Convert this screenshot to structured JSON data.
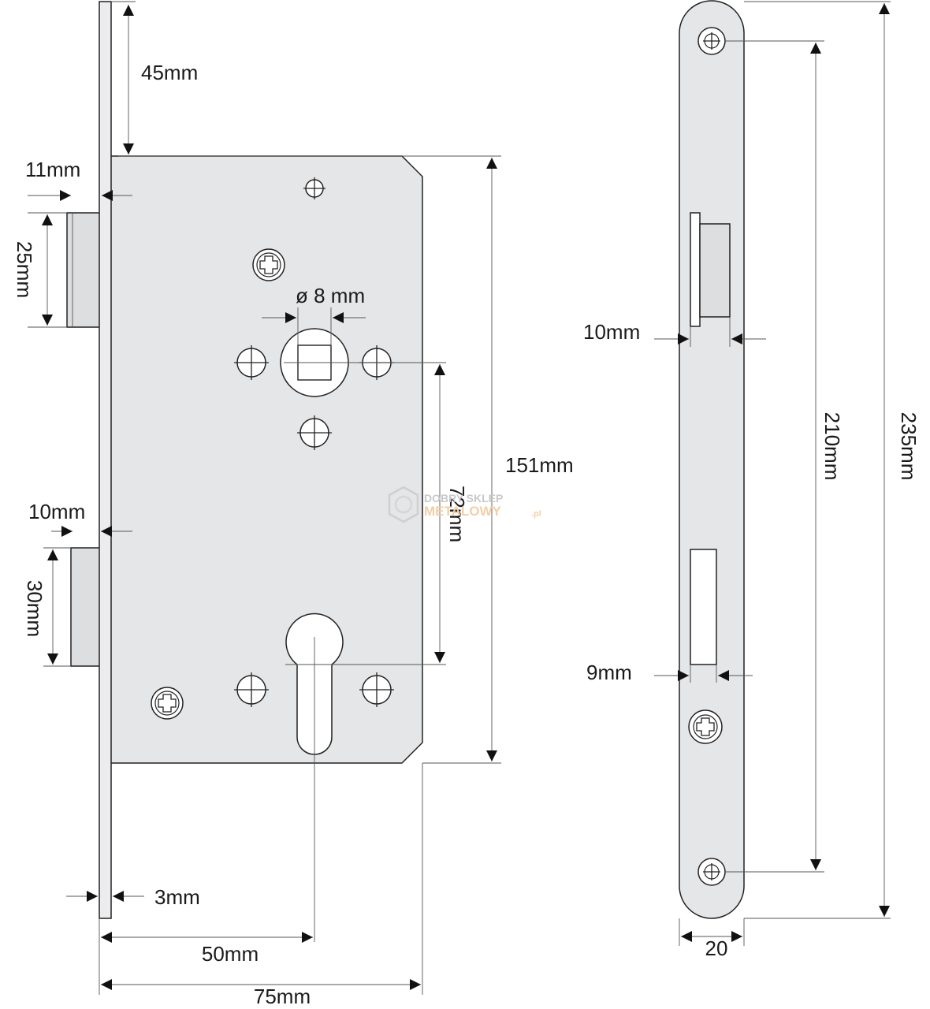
{
  "dimensions": {
    "top_offset": "45mm",
    "bolt_projection": "11mm",
    "latch_height": "25mm",
    "spindle_diameter": "ø 8 mm",
    "spindle_to_cylinder": "72mm",
    "case_height": "151mm",
    "deadbolt_projection": "10mm",
    "deadbolt_height": "30mm",
    "faceplate_thickness": "3mm",
    "backset": "50mm",
    "case_depth": "75mm",
    "strike_latch_depth": "10mm",
    "strike_bolt_depth": "9mm",
    "screw_spacing": "210mm",
    "faceplate_length": "235mm",
    "faceplate_width": "20"
  },
  "watermark": {
    "line1": "DOBRY SKLEP",
    "line2": "METALOWY",
    "suffix": ".pl"
  },
  "colors": {
    "case_fill": "#e5e6e8",
    "stroke": "#222222",
    "watermark_gray": "#c8c8c8",
    "watermark_orange": "#f3cfa8"
  },
  "icons": [
    "phillips-screw-icon",
    "screw-hole-icon",
    "arrowhead-icon"
  ]
}
